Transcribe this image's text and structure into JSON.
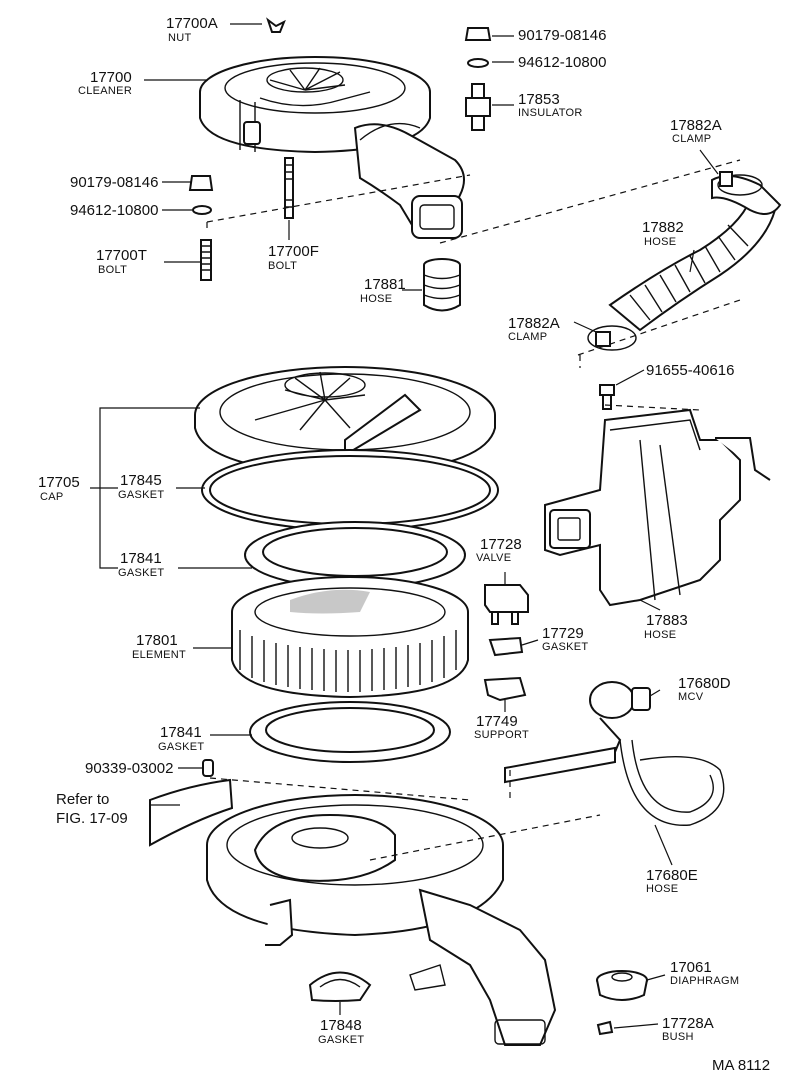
{
  "diagram": {
    "figure_code": "MA 8112",
    "reference_note": {
      "line1": "Refer to",
      "line2": "FIG. 17-09"
    },
    "parts": [
      {
        "key": "nut_17700a",
        "number": "17700A",
        "name": "NUT"
      },
      {
        "key": "cleaner_17700",
        "number": "17700",
        "name": "CLEANER"
      },
      {
        "key": "nut_90179_top",
        "number": "90179-08146",
        "name": ""
      },
      {
        "key": "washer_94612_top",
        "number": "94612-10800",
        "name": ""
      },
      {
        "key": "insulator_17853",
        "number": "17853",
        "name": "INSULATOR"
      },
      {
        "key": "clamp_17882a_top",
        "number": "17882A",
        "name": "CLAMP"
      },
      {
        "key": "nut_90179_left",
        "number": "90179-08146",
        "name": ""
      },
      {
        "key": "washer_94612_left",
        "number": "94612-10800",
        "name": ""
      },
      {
        "key": "hose_17882",
        "number": "17882",
        "name": "HOSE"
      },
      {
        "key": "bolt_17700t",
        "number": "17700T",
        "name": "BOLT"
      },
      {
        "key": "bolt_17700f",
        "number": "17700F",
        "name": "BOLT"
      },
      {
        "key": "hose_17881",
        "number": "17881",
        "name": "HOSE"
      },
      {
        "key": "clamp_17882a_mid",
        "number": "17882A",
        "name": "CLAMP"
      },
      {
        "key": "bolt_91655",
        "number": "91655-40616",
        "name": ""
      },
      {
        "key": "cap_17705",
        "number": "17705",
        "name": "CAP"
      },
      {
        "key": "gasket_17845",
        "number": "17845",
        "name": "GASKET"
      },
      {
        "key": "gasket_17841_upper",
        "number": "17841",
        "name": "GASKET"
      },
      {
        "key": "valve_17728",
        "number": "17728",
        "name": "VALVE"
      },
      {
        "key": "gasket_17729",
        "number": "17729",
        "name": "GASKET"
      },
      {
        "key": "hose_17883",
        "number": "17883",
        "name": "HOSE"
      },
      {
        "key": "element_17801",
        "number": "17801",
        "name": "ELEMENT"
      },
      {
        "key": "mcv_17680d",
        "number": "17680D",
        "name": "MCV"
      },
      {
        "key": "support_17749",
        "number": "17749",
        "name": "SUPPORT"
      },
      {
        "key": "gasket_17841_lower",
        "number": "17841",
        "name": "GASKET"
      },
      {
        "key": "plug_90339",
        "number": "90339-03002",
        "name": ""
      },
      {
        "key": "hose_17680e",
        "number": "17680E",
        "name": "HOSE"
      },
      {
        "key": "diaphragm_17061",
        "number": "17061",
        "name": "DIAPHRAGM"
      },
      {
        "key": "gasket_17848",
        "number": "17848",
        "name": "GASKET"
      },
      {
        "key": "bush_17728a",
        "number": "17728A",
        "name": "BUSH"
      }
    ]
  }
}
